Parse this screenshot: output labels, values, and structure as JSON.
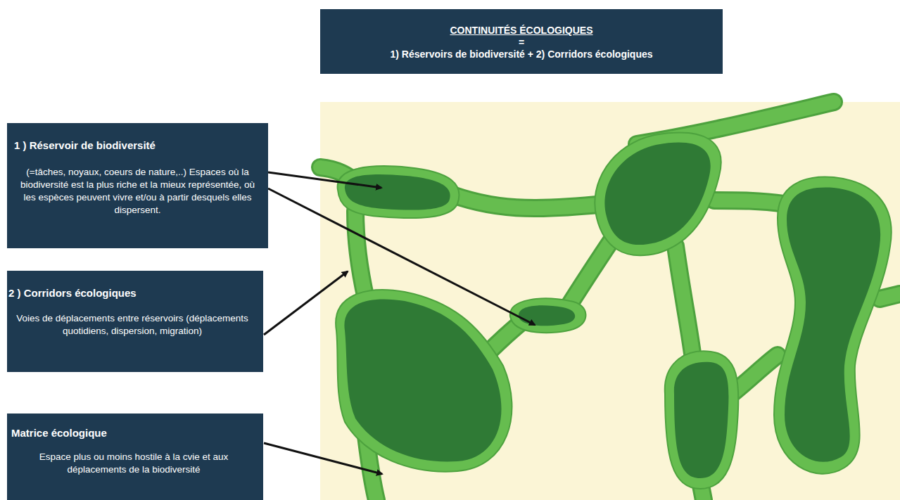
{
  "diagram": {
    "title": "CONTINUITÉS ÉCOLOGIQUES",
    "nodes": [
      {
        "text": [
          "1 ) Réservoir de biodiversité",
          "(=tâches, noyaux, coeurs de nature,..) Espaces où la biodiversité est la plus riche et la mieux représentée, où les espèces peuvent vivre et/ou à partir desquels elles dispersent."
        ]
      },
      {
        "text": [
          "2 )  Corridors écologiques",
          "Voies de déplacements entre réservoirs (déplacements quotidiens, dispersion, migration)"
        ]
      },
      {
        "text": [
          "Matrice écologique",
          "Espace plus ou moins hostile à la cvie et aux déplacements  de la biodiversité"
        ]
      }
    ],
    "labels": [
      "=",
      "1) Réservoirs de biodiversité + 2) Corridors écologiques"
    ]
  }
}
